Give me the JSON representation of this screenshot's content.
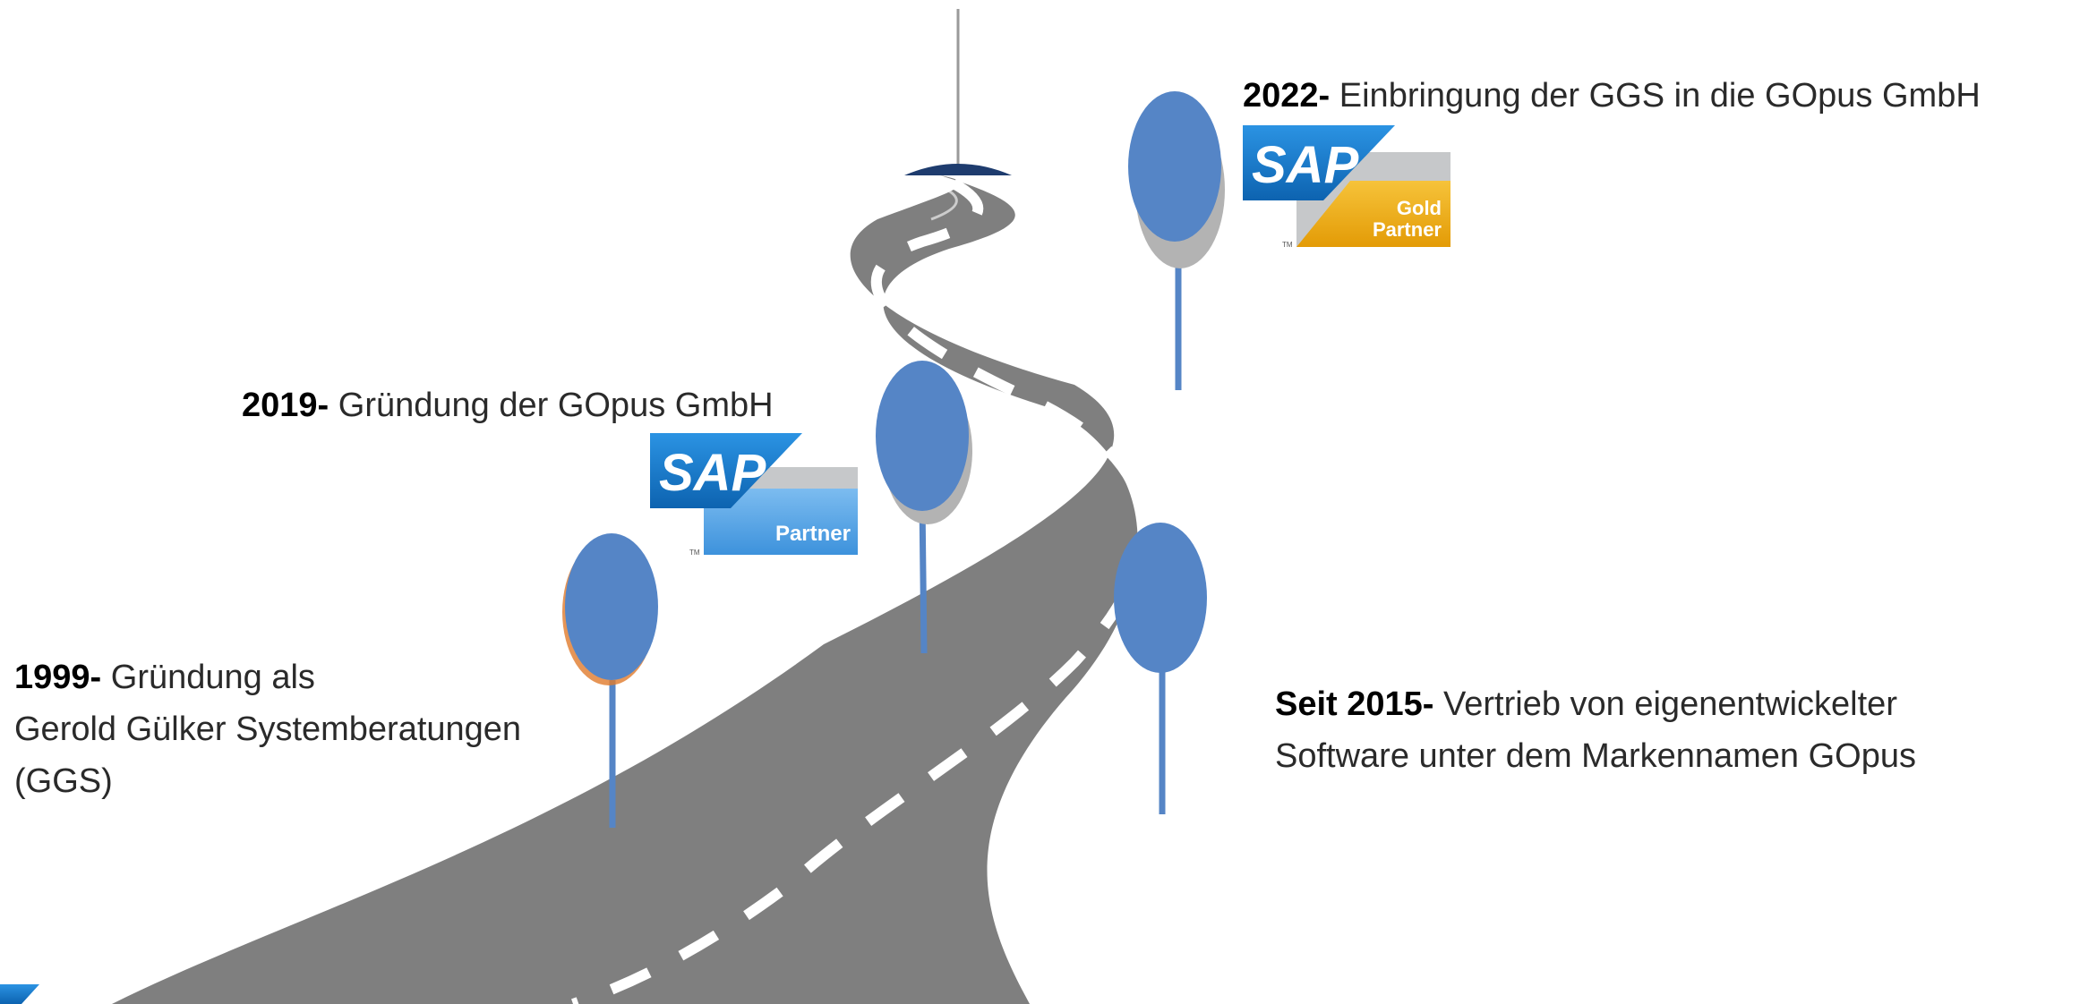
{
  "milestones": [
    {
      "id": "1999",
      "year": "1999",
      "sep": "-",
      "line1": "Gründung als",
      "line2": "Gerold Gülker Systemberatungen",
      "line3": "(GGS)"
    },
    {
      "id": "2019",
      "year": "2019",
      "sep": "-",
      "line1": "Gründung der GOpus GmbH"
    },
    {
      "id": "2022",
      "year": "2022",
      "sep": "-",
      "line1": "Einbringung der GGS in die GOpus GmbH"
    },
    {
      "id": "2015",
      "year": "Seit 2015",
      "sep": "-",
      "line1": "Vertrieb von eigenentwickelter",
      "line2": "Software unter dem Markennamen GOpus"
    }
  ],
  "badges": {
    "partner": {
      "brand": "SAP",
      "tier": "Partner",
      "tm": "TM"
    },
    "gold": {
      "brand": "SAP",
      "tier_line1": "Gold",
      "tier_line2": "Partner",
      "tm": "TM"
    }
  },
  "colors": {
    "road": "#7f7f7f",
    "lane_marking": "#ffffff",
    "horizon": "#1e3c6e",
    "pin": "#5585c6",
    "pin_shadow": "#b3b3b3",
    "sap_blue": "#1a7fd2",
    "sap_partner_light": "#5ba8e6",
    "sap_gold": "#e8a90c",
    "sap_silver": "#c6c8ca"
  },
  "icons": [
    "road-icon",
    "pin-icon",
    "sap-logo"
  ]
}
